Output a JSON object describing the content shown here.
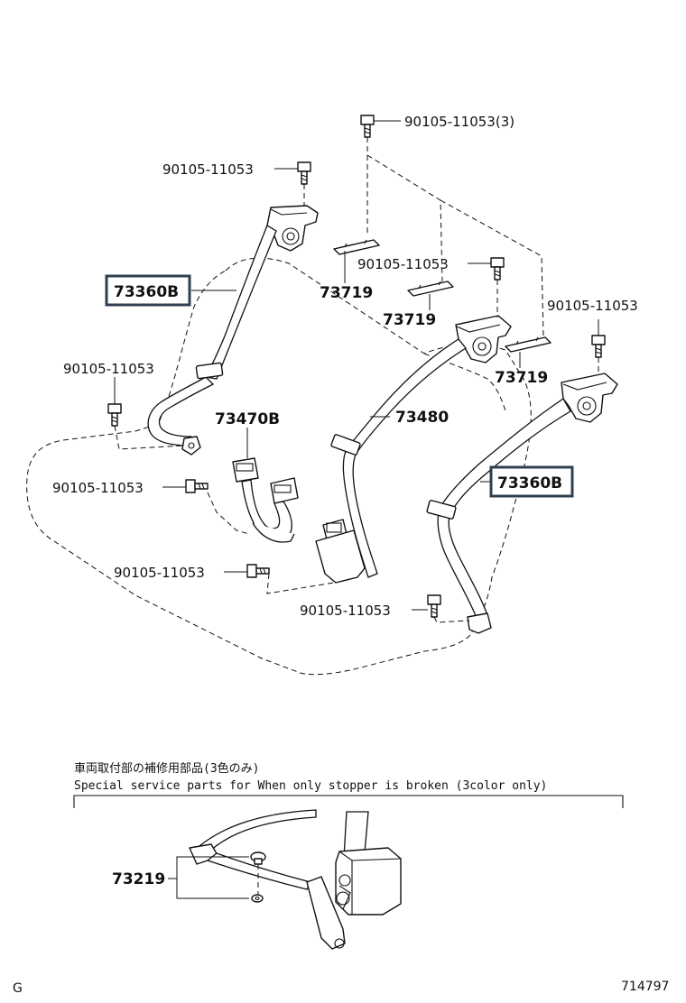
{
  "parts": {
    "bolt_top_3": "90105-11053(3)",
    "bolt_left_upper": "90105-11053",
    "bolt_middle": "90105-11053",
    "bolt_right": "90105-11053",
    "bolt_left_mid": "90105-11053",
    "bolt_left_low": "90105-11053",
    "bolt_bottom_left": "90105-11053",
    "bolt_bottom_center": "90105-11053",
    "belt_left": "73360B",
    "belt_right": "73360B",
    "belt_center": "73480",
    "buckle": "73470B",
    "cover_1": "73719",
    "cover_2": "73719",
    "cover_3": "73719",
    "stopper": "73219"
  },
  "special_service": {
    "title_jp": "車両取付部の補修用部品(3色のみ)",
    "title_en": "Special  service  parts  for  When  only  stopper  is  broken  (3color  only)"
  },
  "footer": {
    "left_code": "G",
    "diagram_number": "714797"
  }
}
